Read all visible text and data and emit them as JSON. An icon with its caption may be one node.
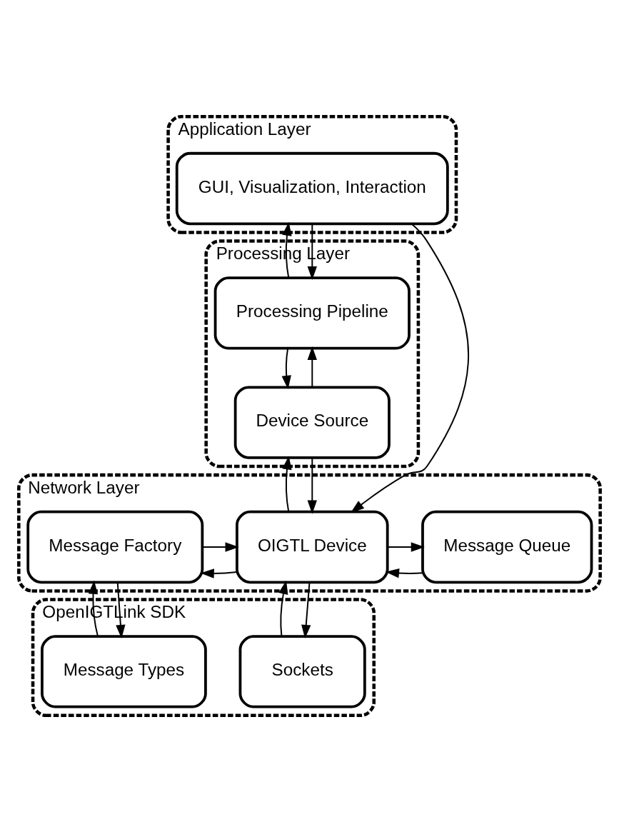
{
  "diagram": {
    "nodes": [
      {
        "text": [
          "Application Layer"
        ]
      },
      {
        "text": [
          "GUI, Visualization, Interaction"
        ],
        "in": 0
      },
      {
        "text": [
          "Processing Layer"
        ]
      },
      {
        "text": [
          "Processing Pipeline"
        ],
        "in": 2
      },
      {
        "text": [
          "Device Source"
        ],
        "in": 2
      },
      {
        "text": [
          "Network Layer"
        ]
      },
      {
        "text": [
          "Message Queue"
        ],
        "in": 5
      },
      {
        "text": [
          "OIGTL Device"
        ],
        "in": 5
      },
      {
        "text": [
          "Message Factory"
        ],
        "in": 5
      },
      {
        "text": [
          "OpenIGTLink SDK"
        ]
      },
      {
        "text": [
          "Sockets"
        ],
        "in": 9
      },
      {
        "text": [
          "Message Types"
        ],
        "in": 9
      }
    ],
    "edges": [
      {
        "from": 3,
        "to": 1,
        "arrow": "to"
      },
      {
        "from": 1,
        "to": 3,
        "arrow": "to"
      },
      {
        "from": 4,
        "to": 3,
        "arrow": "to"
      },
      {
        "from": 3,
        "to": 4,
        "arrow": "to"
      },
      {
        "from": 7,
        "to": 4,
        "arrow": "to"
      },
      {
        "from": 4,
        "to": 7,
        "arrow": "to"
      },
      {
        "from": 1,
        "to": 7,
        "arrow": "to"
      },
      {
        "from": 6,
        "to": 7,
        "arrow": "to"
      },
      {
        "from": 7,
        "to": 6,
        "arrow": "to"
      },
      {
        "from": 7,
        "to": 8,
        "arrow": "to"
      },
      {
        "from": 8,
        "to": 7,
        "arrow": "to"
      },
      {
        "from": 10,
        "to": 7,
        "arrow": "to"
      },
      {
        "from": 7,
        "to": 10,
        "arrow": "to"
      },
      {
        "from": 11,
        "to": 8,
        "arrow": "to"
      },
      {
        "from": 8,
        "to": 11,
        "arrow": "to"
      }
    ]
  }
}
